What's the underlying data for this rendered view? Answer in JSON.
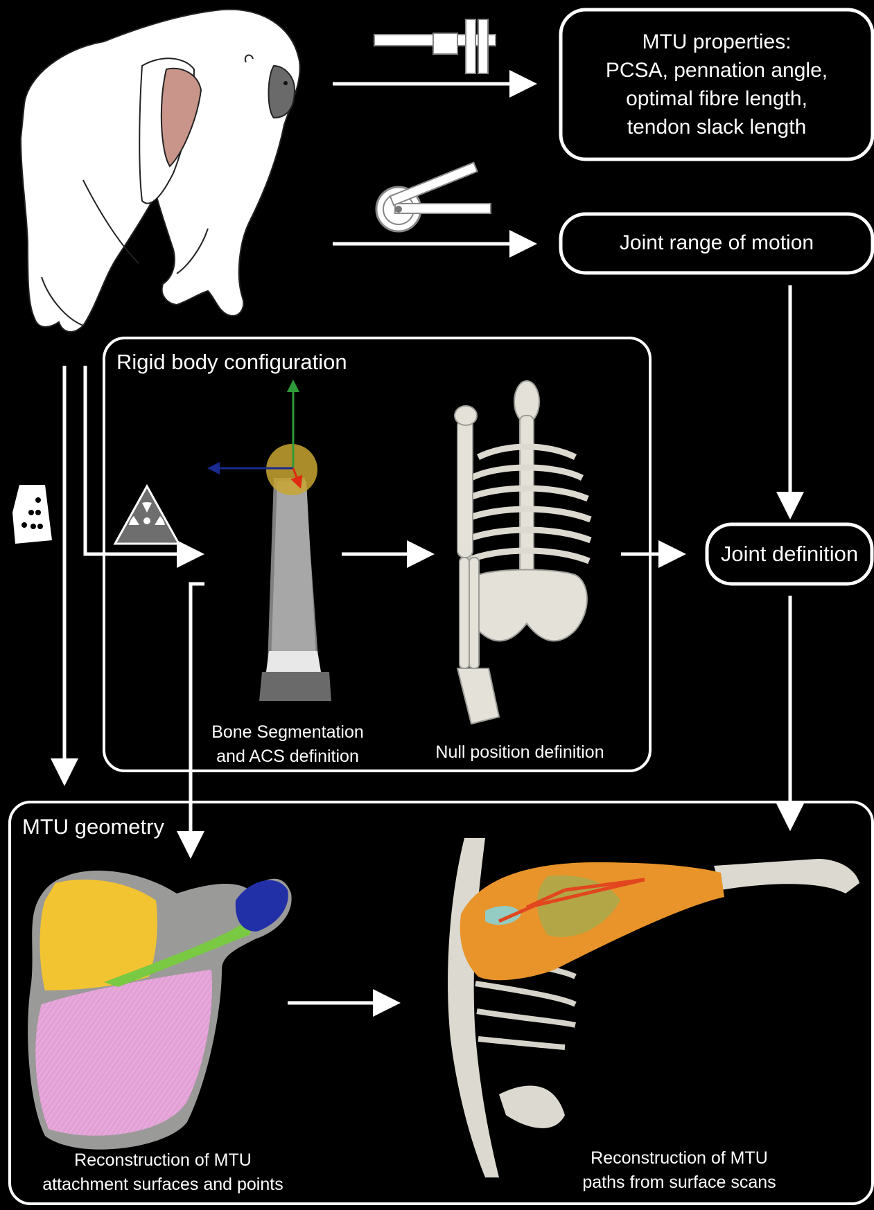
{
  "boxes": {
    "mtu_properties": [
      "MTU properties:",
      "PCSA, pennation angle,",
      "optimal fibre length,",
      "tendon slack length"
    ],
    "joint_range": "Joint range of motion",
    "joint_definition": "Joint definition"
  },
  "sections": {
    "rigid_body": "Rigid body configuration",
    "mtu_geometry": "MTU geometry"
  },
  "captions": {
    "bone_segmentation": [
      "Bone Segmentation",
      "and ACS definition"
    ],
    "null_position": "Null position definition",
    "attachment": [
      "Reconstruction of MTU",
      "attachment surfaces and points"
    ],
    "paths": [
      "Reconstruction of MTU",
      "paths from surface scans"
    ]
  },
  "colors": {
    "background": "#000000",
    "foreground": "#ffffff",
    "bone": "#dcdad4",
    "muscle_orange": "#e8942a",
    "muscle_yellow": "#f3c431",
    "muscle_pink": "#e3a0d6",
    "muscle_green": "#7ac943",
    "muscle_blue": "#2230a8",
    "path_red": "#e2461f",
    "axis_green": "#2f9a3a",
    "axis_blue": "#1a2a8e",
    "axis_red": "#e02a12"
  },
  "icons": [
    "gorilla-illustration",
    "calipers-icon",
    "goniometer-icon",
    "ct-scanner-icon",
    "radiation-icon",
    "surface-scanner-icon"
  ]
}
